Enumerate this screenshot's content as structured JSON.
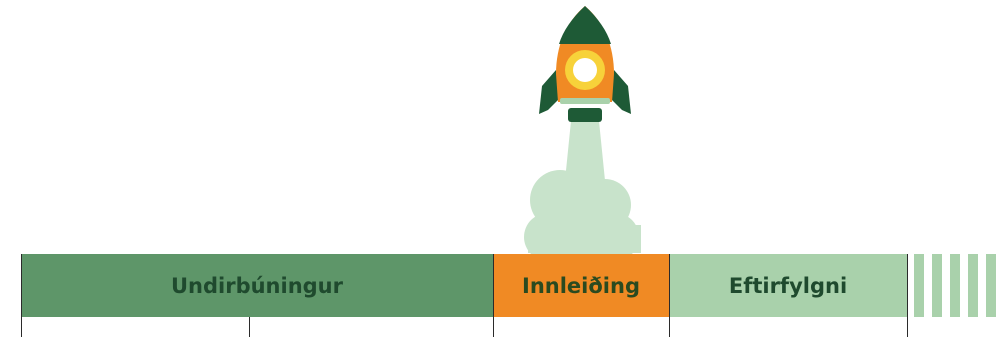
{
  "timeline": {
    "phases": [
      {
        "label": "Undirbúningur",
        "color": "#5e9669",
        "text_color": "#1f4a2e"
      },
      {
        "label": "Innleiðing",
        "color": "#f08a24",
        "text_color": "#2a4a20"
      },
      {
        "label": "Eftirfylgni",
        "color": "#a9d1ab",
        "text_color": "#1f4a2e"
      }
    ],
    "continuation_stripes_color": "#a9d1ab"
  },
  "rocket": {
    "icon": "rocket-icon",
    "body_color": "#f08a24",
    "nose_color": "#1e5a36",
    "fin_color": "#1e5a36",
    "window_color": "#f7d23a",
    "exhaust_color": "#c8e3cb"
  }
}
